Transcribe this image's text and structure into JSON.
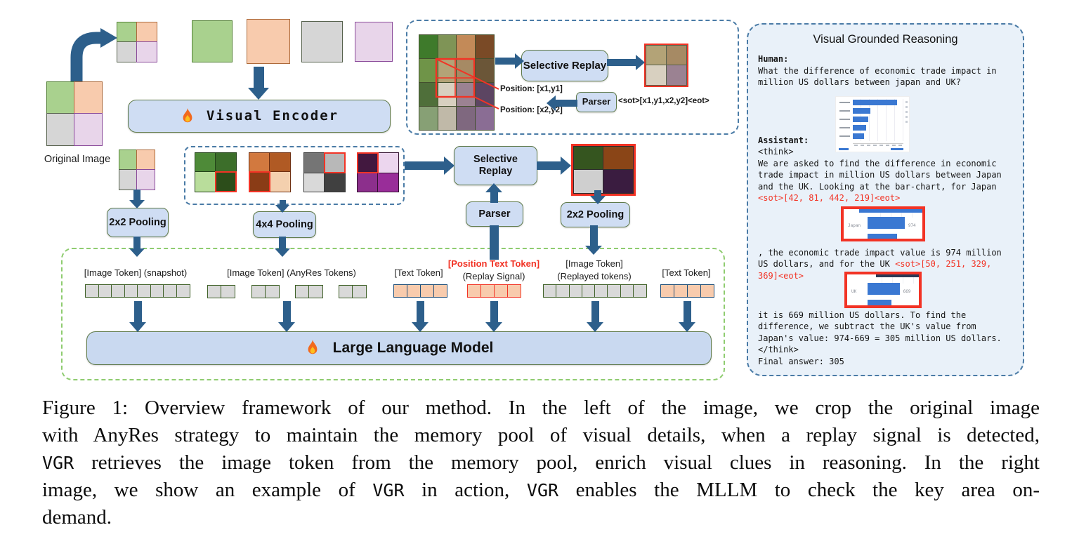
{
  "palette": {
    "arrow": "#2d5f8b",
    "box_fill": "#cfddf3",
    "box_border": "#5f7a4a",
    "red": "#f23325",
    "panel_fill": "#e9f1f9",
    "dash_blue": "#4a7ba6",
    "dash_green": "#8fcc70",
    "bar_blue": "#3a78d2"
  },
  "diagram": {
    "visual_encoder_label": "Visual Encoder",
    "original_image_label": "Original Image",
    "pooling_2x2_label": "2x2 Pooling",
    "pooling_4x4_label": "4x4 Pooling",
    "pooling_2x2b_label": "2x2 Pooling",
    "selective_replay_label": "Selective\nReplay",
    "parser_label": "Parser",
    "llm_label": "Large Language Model",
    "top_box": {
      "selective_replay_label": "Selective Replay",
      "parser_label": "Parser",
      "pos1": "Position: [x1,y1]",
      "pos2": "Position: [x2,y2]",
      "sot": "<sot>[x1,y1,x2,y2]<eot>"
    },
    "token_labels": {
      "snapshot": "[Image Token] (snapshot)",
      "anyres": "[Image Token] (AnyRes Tokens)",
      "text1": "[Text Token]",
      "position_l1": "[Position Text Token]",
      "position_l2": "(Replay  Signal)",
      "replayed_l1": "[Image Token]",
      "replayed_l2": "(Replayed tokens)",
      "text2": "[Text Token]"
    },
    "strips": {
      "image8": {
        "n": 8,
        "fill": "#d9d9d9",
        "border": "#3f6128"
      },
      "image2": {
        "n": 2,
        "fill": "#d9d9d9",
        "border": "#3f6128"
      },
      "text4": {
        "n": 4,
        "fill": "#f8cbad",
        "border": "#1f4e79"
      },
      "replay4": {
        "n": 4,
        "fill": "#f8cbad",
        "border": "#f23325"
      }
    },
    "grids": {
      "original": {
        "cols": 2,
        "cells": [
          "#a9d18e",
          "#f8cbad",
          "#d6d6d6",
          "#e8d5ea"
        ],
        "cell_borders": [
          "#538135",
          "#ad6a3a",
          "#56614d",
          "#8a4a9a"
        ]
      },
      "patch0": {
        "cols": 1,
        "cells": [
          "#a9d18e"
        ],
        "cell_borders": [
          "#538135"
        ]
      },
      "patch1": {
        "cols": 1,
        "cells": [
          "#f8cbad"
        ],
        "cell_borders": [
          "#ad6a3a"
        ]
      },
      "patch2": {
        "cols": 1,
        "cells": [
          "#d6d6d6"
        ],
        "cell_borders": [
          "#56614d"
        ]
      },
      "patch3": {
        "cols": 1,
        "cells": [
          "#e8d5ea"
        ],
        "cell_borders": [
          "#8a4a9a"
        ]
      },
      "pool": [
        {
          "cols": 2,
          "cells": [
            "#4e8a38",
            "#3c6e2a",
            "#b9dd9b",
            "#2c4d1a"
          ],
          "border": "#24421a",
          "red": [
            3
          ]
        },
        {
          "cols": 2,
          "cells": [
            "#d2793f",
            "#b05a24",
            "#8a3c16",
            "#f4d0ae"
          ],
          "border": "#6e3012",
          "red": [
            2
          ]
        },
        {
          "cols": 2,
          "cells": [
            "#757575",
            "#b8b8b8",
            "#d9d9d9",
            "#404040"
          ],
          "border": "#3a3a3a",
          "red": [
            1
          ]
        },
        {
          "cols": 2,
          "cells": [
            "#42183f",
            "#ecd6ee",
            "#8c2f8c",
            "#992d99"
          ],
          "border": "#33122f",
          "red": [
            0
          ]
        }
      ],
      "replay_result": {
        "cols": 2,
        "cells": [
          "#35551f",
          "#8a4517",
          "#cfcfcf",
          "#3a1c40"
        ],
        "border": "#2d2d2d"
      },
      "dog": {
        "cols": 4,
        "border": "#44502e",
        "cells": [
          "#3e7a2b",
          "#7f9456",
          "#c38a58",
          "#7a4a26",
          "#6f9448",
          "#b3a377",
          "#a68a64",
          "#6b5638",
          "#4f6f3a",
          "#d8d0c0",
          "#9b8292",
          "#5c4562",
          "#87a075",
          "#c0b9a8",
          "#7f687f",
          "#8a6d94"
        ]
      },
      "dog_crop": {
        "cols": 2,
        "cells": [
          "#b3a377",
          "#a68a64",
          "#d8d0c0",
          "#9b8292"
        ],
        "border": "#55604a"
      }
    }
  },
  "right_panel": {
    "title": "Visual Grounded Reasoning",
    "human_label": "Human:",
    "question": "What the difference of economic trade impact in\nmillion US dollars between japan and UK?",
    "assistant_label": "Assistant:",
    "think_text": "<think>\nWe are asked to find the difference in economic\ntrade impact in million US dollars between Japan\nand the UK. Looking at the bar-chart, for Japan\n",
    "sot1": "<sot>[42, 81, 442, 219]<eot>",
    "mid_text": ", the economic trade impact value is 974 million\nUS dollars, and for the UK ",
    "sot2": "<sot>[50, 251, 329,\n369]<eot>",
    "end_text": "\nit is 669 million US dollars. To find the\ndifference, we subtract the UK's value from\nJapan's value: 974-669 = 305 million US dollars.\n</think>\nFinal answer: 305",
    "chart": {
      "type": "bar",
      "orientation": "horizontal",
      "bar_color": "#3a78d2",
      "bars_rel_width": [
        88,
        35,
        30,
        26,
        22
      ]
    },
    "crop1": {
      "label": "Japan",
      "value": "974"
    },
    "crop2": {
      "label": "UK",
      "value": "669"
    }
  },
  "caption": {
    "lines": [
      [
        {
          "t": "Figure 1: Overview framework of our method. In the left of the image, we crop the original image"
        }
      ],
      [
        {
          "t": "with AnyRes strategy to maintain the memory pool of visual details, when a replay signal is detected,"
        }
      ],
      [
        {
          "t": "VGR",
          "mono": true
        },
        {
          "t": " retrieves the image token from the memory pool, enrich visual clues in reasoning. In the right"
        }
      ],
      [
        {
          "t": "image, we show an example of "
        },
        {
          "t": "VGR",
          "mono": true
        },
        {
          "t": " in action, "
        },
        {
          "t": "VGR",
          "mono": true
        },
        {
          "t": " enables the MLLM to check the key area on-"
        }
      ],
      [
        {
          "t": "demand.",
          "last": true
        }
      ]
    ]
  }
}
